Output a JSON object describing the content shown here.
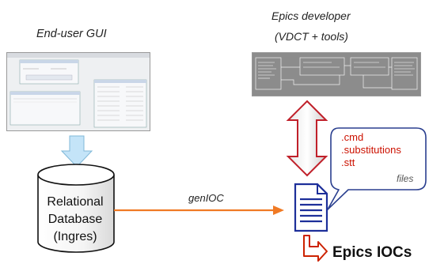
{
  "labels": {
    "end_user_gui": "End-user GUI",
    "epics_developer": "Epics developer",
    "vdct_tools": "(VDCT + tools)",
    "genioc": "genIOC",
    "files": "files",
    "epics_iocs": "Epics IOCs"
  },
  "database": {
    "line1": "Relational",
    "line2": "Database",
    "line3": "(Ingres)"
  },
  "file_types": [
    ".cmd",
    ".substitutions",
    ".stt"
  ],
  "colors": {
    "arrow_orange": "#f07a24",
    "arrow_blue": "#c4e4f8",
    "arrow_red": "#cc2200",
    "bubble_border": "#2a3f8f",
    "doc_blue": "#1d2f9a",
    "ext_red": "#cc1100"
  }
}
